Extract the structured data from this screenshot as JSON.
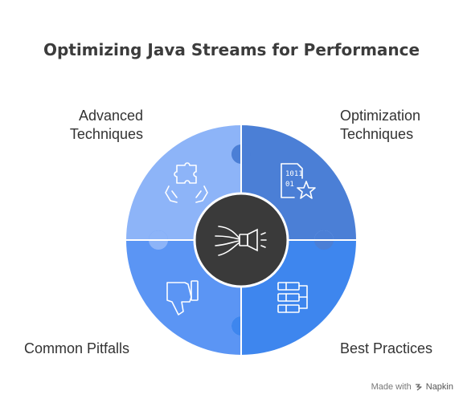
{
  "title": "Optimizing Java Streams for Performance",
  "quadrants": {
    "top_left": {
      "line1": "Advanced",
      "line2": "Techniques",
      "color": "#8db4f8",
      "icon": "puzzle-hands-icon"
    },
    "top_right": {
      "line1": "Optimization",
      "line2": "Techniques",
      "color": "#4b7fd6",
      "icon": "binary-star-document-icon"
    },
    "bottom_left": {
      "label": "Common Pitfalls",
      "color": "#5b95f4",
      "icon": "thumbs-down-icon"
    },
    "bottom_right": {
      "label": "Best Practices",
      "color": "#3e86ee",
      "icon": "list-checks-icon"
    }
  },
  "center": {
    "color": "#3a3a3a",
    "icon": "stream-funnel-icon"
  },
  "footer": {
    "made_with": "Made with",
    "brand": "Napkin"
  }
}
